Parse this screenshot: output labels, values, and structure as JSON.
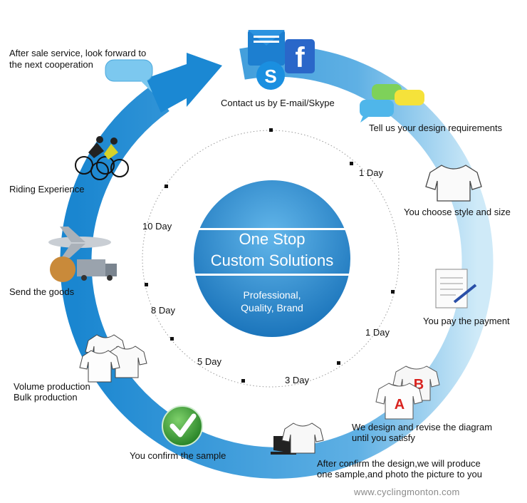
{
  "center": {
    "title_line1": "One Stop",
    "title_line2": "Custom Solutions",
    "sub_line1": "Professional,",
    "sub_line2": "Quality, Brand"
  },
  "steps": {
    "contact": "Contact us by E-mail/Skype",
    "design_req": "Tell us your design requirements",
    "style_size": "You choose style and size",
    "payment": "You pay the payment",
    "revise_1": "We design and revise the diagram",
    "revise_2": "until you satisfy",
    "sample_1": "After confirm the design,we will produce",
    "sample_2": "one sample,and photo the picture to you",
    "confirm": "You confirm the sample",
    "volume_1": "Volume production",
    "volume_2": "Bulk production",
    "send": "Send the goods",
    "riding": "Riding Experience",
    "after_1": "After sale service, look forward to",
    "after_2": "the next cooperation"
  },
  "durations": {
    "d1a": "1 Day",
    "d1b": "1 Day",
    "d3": "3 Day",
    "d5": "5 Day",
    "d8": "8 Day",
    "d10": "10 Day"
  },
  "website": "www.cyclingmonton.com",
  "colors": {
    "ring_light": "#bfe3f5",
    "ring_dark": "#1a86d0",
    "center_light": "#5fb3e6",
    "center_dark": "#1670b8",
    "check_green": "#2f9a2f"
  },
  "icons": [
    "email-icon",
    "facebook-icon",
    "skype-icon",
    "chat-bubbles-icon",
    "jersey-icon",
    "document-pen-icon",
    "ab-jersey-icon",
    "sewing-machine-icon",
    "check-icon",
    "jerseys-stack-icon",
    "airplane-truck-icon",
    "cyclists-icon",
    "speech-bubble-icon"
  ]
}
